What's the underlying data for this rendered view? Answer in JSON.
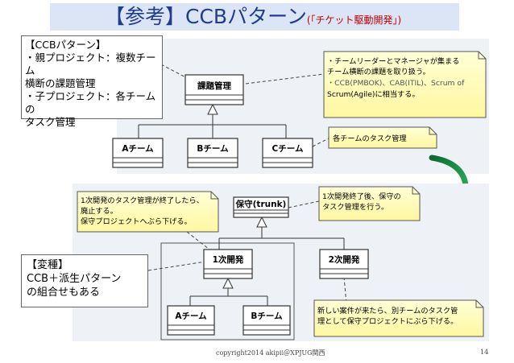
{
  "title": {
    "main": "【参考】CCBパターン",
    "sub": "(「チケット駆動開発」)"
  },
  "callouts": {
    "ccb": [
      "【CCBパターン】",
      "・親プロジェクト：複数チーム",
      "横断の課題管理",
      "・子プロジェクト：各チームの",
      "タスク管理"
    ],
    "variant": [
      "【変種】",
      "CCB＋派生パターン",
      "の組合せもある"
    ]
  },
  "top_diagram": {
    "classes": {
      "parent": "課題管理",
      "a": "Aチーム",
      "b": "Bチーム",
      "c": "Cチーム"
    },
    "notes": {
      "leader_lines": [
        "・チームリーダーとマネージャが集まる",
        "チーム横断の課題を取り扱う。",
        "・CCB(PMBOK)、CAB(ITIL)、Scrum of",
        "Scrum(Agile)に相当する。"
      ],
      "team_task": "各チームのタスク管理"
    }
  },
  "bottom_diagram": {
    "classes": {
      "trunk": "保守(trunk)",
      "dev1": "1次開発",
      "dev2": "2次開発",
      "a": "Aチーム",
      "b": "Bチーム"
    },
    "notes": {
      "dev1_end": [
        "1次開発のタスク管理が終了したら、",
        "廃止する。",
        "保守プロジェクトへぶら下げる。"
      ],
      "trunk_after": [
        "1次開発終了後、保守の",
        "タスク管理を行う。"
      ],
      "new_case": [
        "新しい案件が来たら、別チームのタスク管",
        "理として保守プロジェクトにぶら下げる。"
      ]
    }
  },
  "footer": {
    "copyright": "copyright2014 akipii＠XPJUG関西",
    "page": "14"
  }
}
